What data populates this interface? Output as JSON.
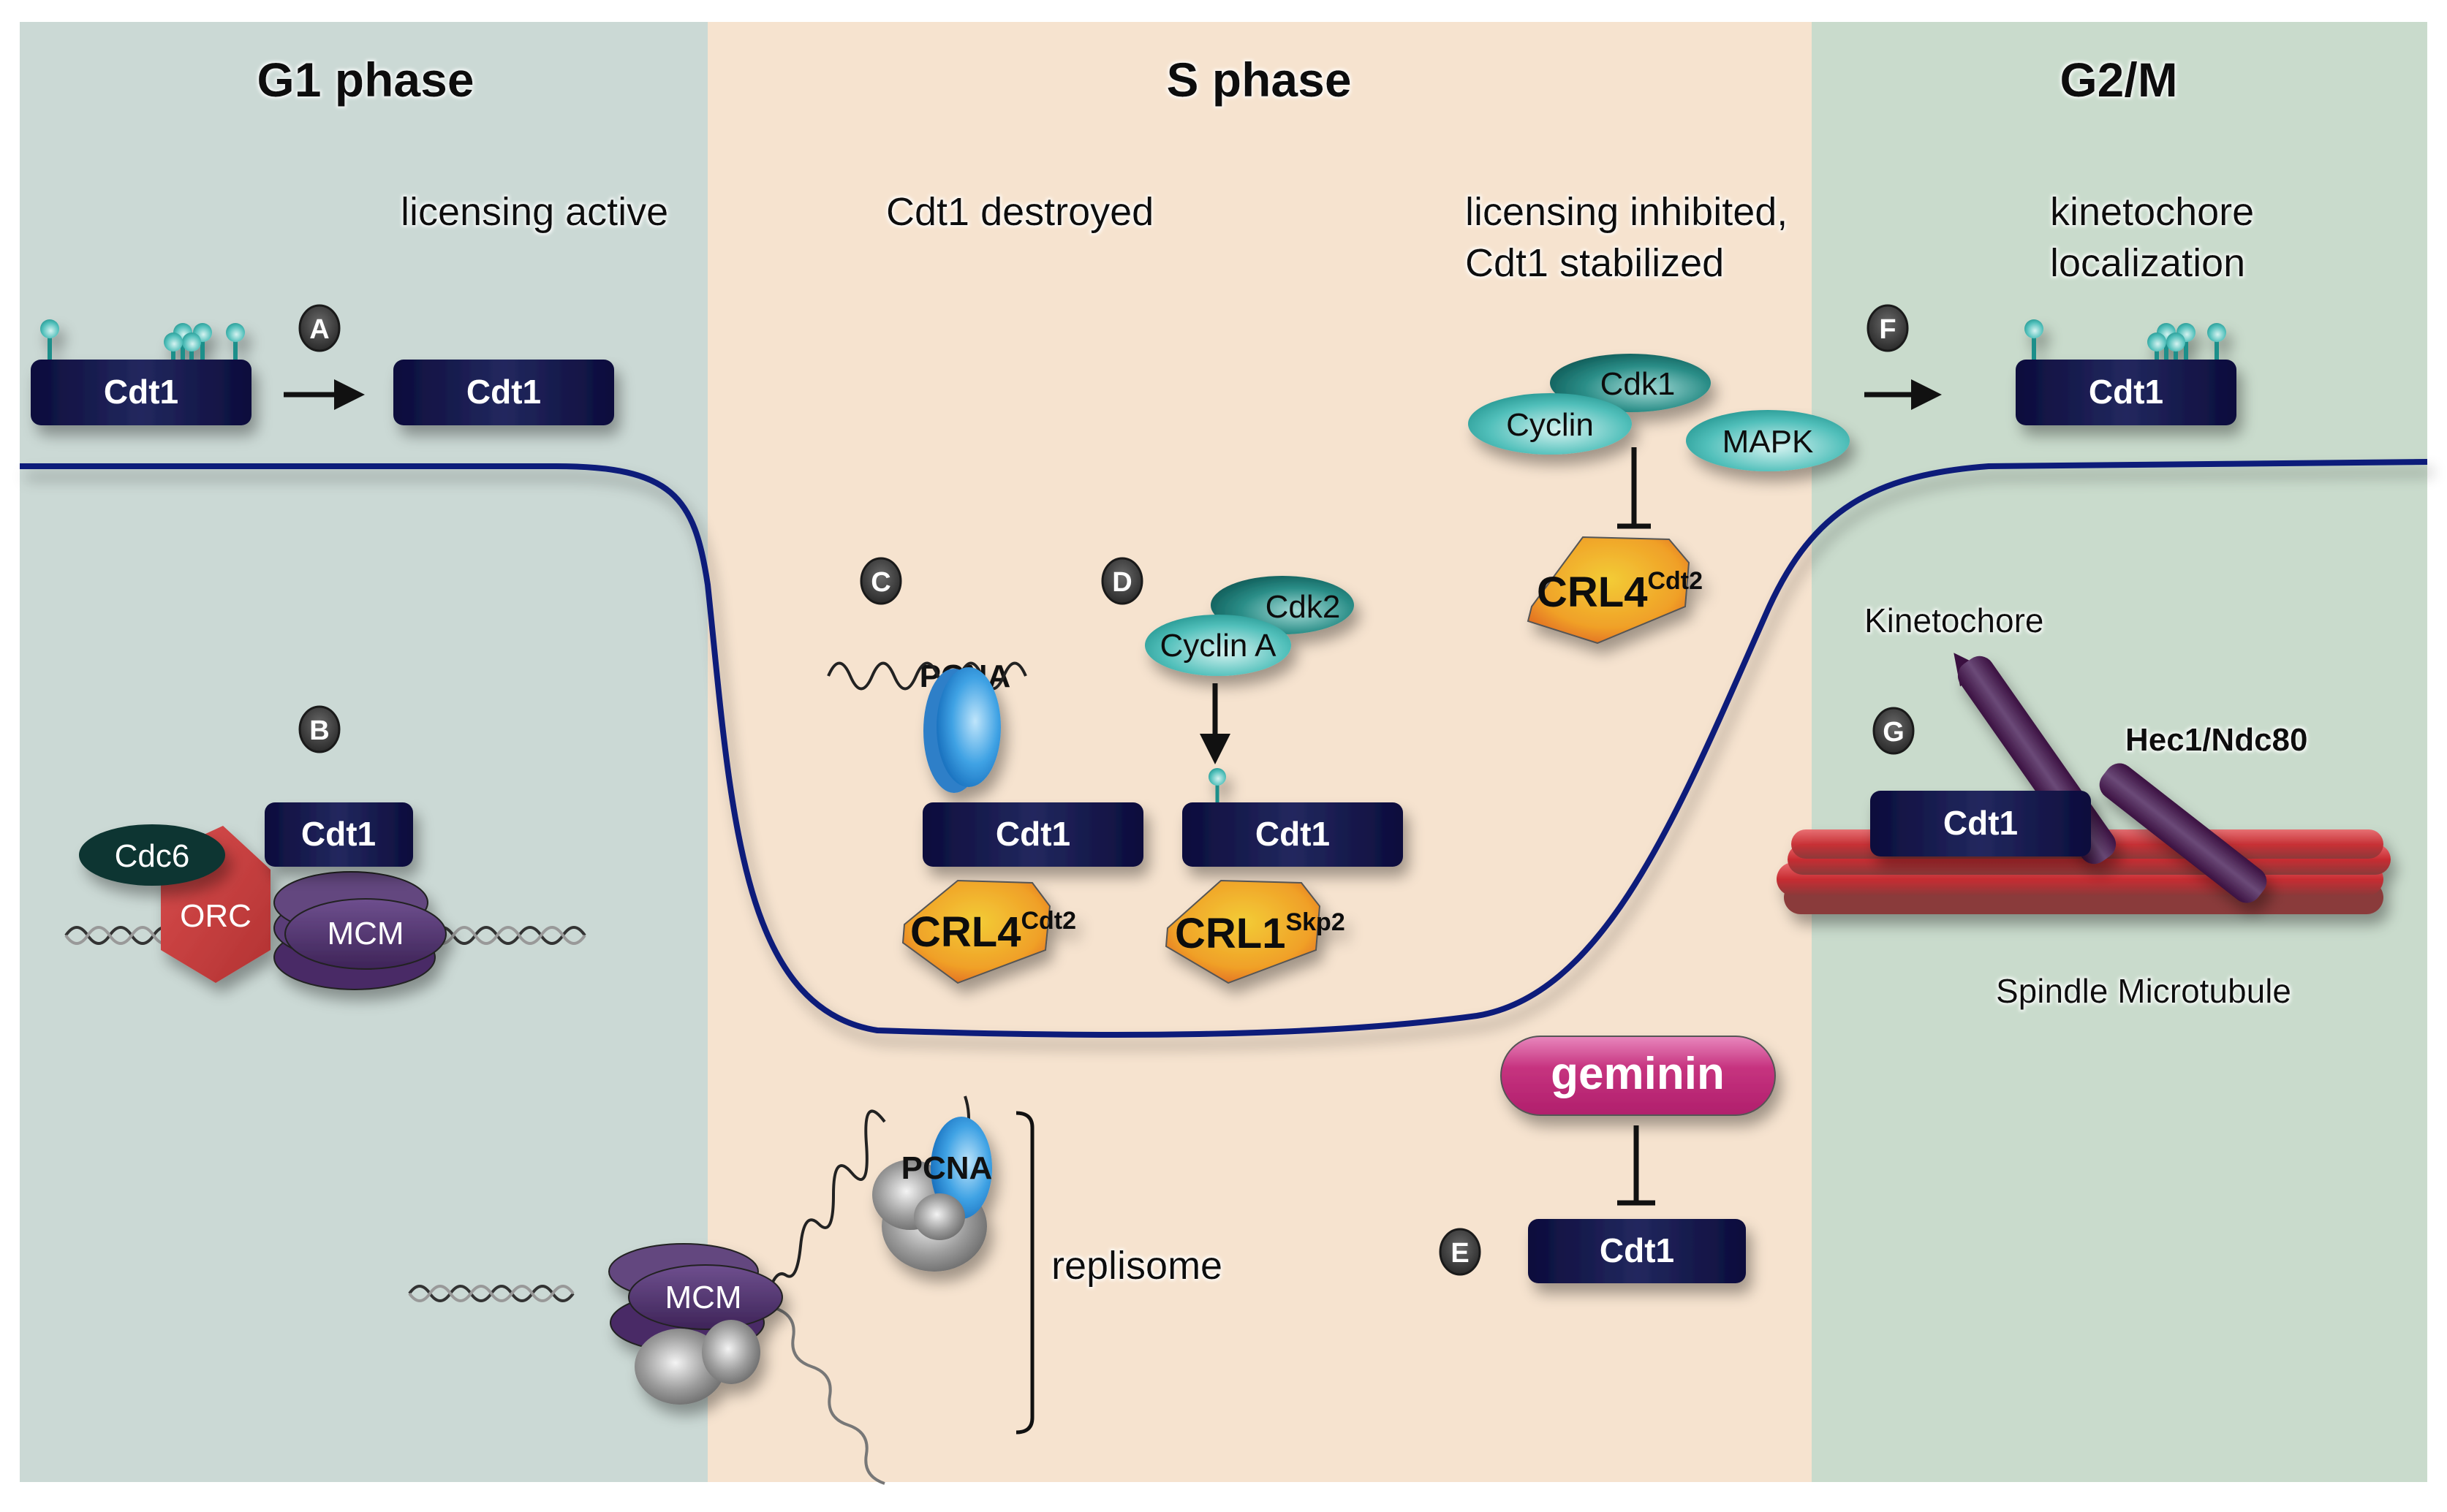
{
  "figure": {
    "phases": [
      {
        "id": "g1",
        "title": "G1 phase",
        "color": "#cbd9d5"
      },
      {
        "id": "s",
        "title": "S phase",
        "color": "#f6e3cf"
      },
      {
        "id": "g2m",
        "title": "G2/M",
        "color": "#c9dbcc"
      }
    ],
    "captions": {
      "g1": "licensing active",
      "s_left": "Cdt1 destroyed",
      "s_right_line1": "licensing inhibited,",
      "s_right_line2": "Cdt1 stabilized",
      "g2m_line1": "kinetochore",
      "g2m_line2": "localization"
    },
    "badges": [
      "A",
      "B",
      "C",
      "D",
      "E",
      "F",
      "G"
    ],
    "proteins": {
      "cdt1": "Cdt1",
      "cdc6": "Cdc6",
      "orc": "ORC",
      "mcm": "MCM",
      "pcna": "PCNA",
      "cdk2": "Cdk2",
      "cyclin_a": "Cyclin A",
      "cdk1": "Cdk1",
      "cyclin": "Cyclin",
      "mapk": "MAPK",
      "crl4": "CRL4",
      "crl4_sup": "Cdt2",
      "crl1": "CRL1",
      "crl1_sup": "Skp2",
      "geminin": "geminin",
      "hec1": "Hec1/Ndc80"
    },
    "labels": {
      "replisome": "replisome",
      "kinetochore": "Kinetochore",
      "spindle": "Spindle Microtubule"
    },
    "colors": {
      "cdt1": "#14144a",
      "curve": "#0d1a7a",
      "teal": "#3bb1ad",
      "teal_dark": "#0f6a66",
      "crl_orange": "#f0a030",
      "geminin": "#c0307a",
      "orc": "#c84545",
      "mcm": "#5a3c78",
      "hec1": "#4a1e52",
      "microtubule": "#c83a3e",
      "pcna": "#2f8fd8",
      "cdc6": "#0e3530",
      "badge": "#4a4a4a"
    }
  }
}
